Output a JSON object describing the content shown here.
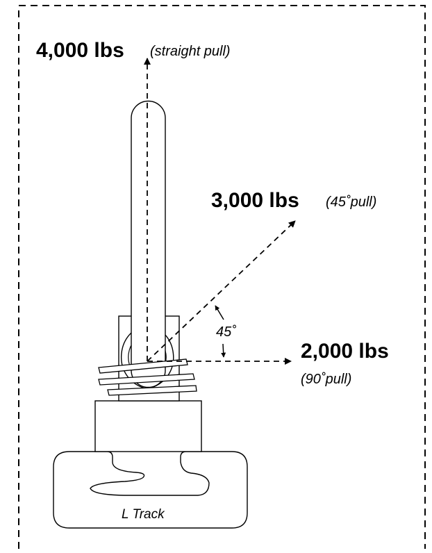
{
  "loads": {
    "straight": {
      "value": "4,000 lbs",
      "note": "(straight pull)"
    },
    "angled": {
      "value": "3,000 lbs",
      "note": "(45˚pull)"
    },
    "side": {
      "value": "2,000 lbs",
      "note": "(90˚pull)"
    }
  },
  "angle_label": "45˚",
  "track_label": "L Track",
  "colors": {
    "line": "#000000",
    "background": "#ffffff"
  }
}
